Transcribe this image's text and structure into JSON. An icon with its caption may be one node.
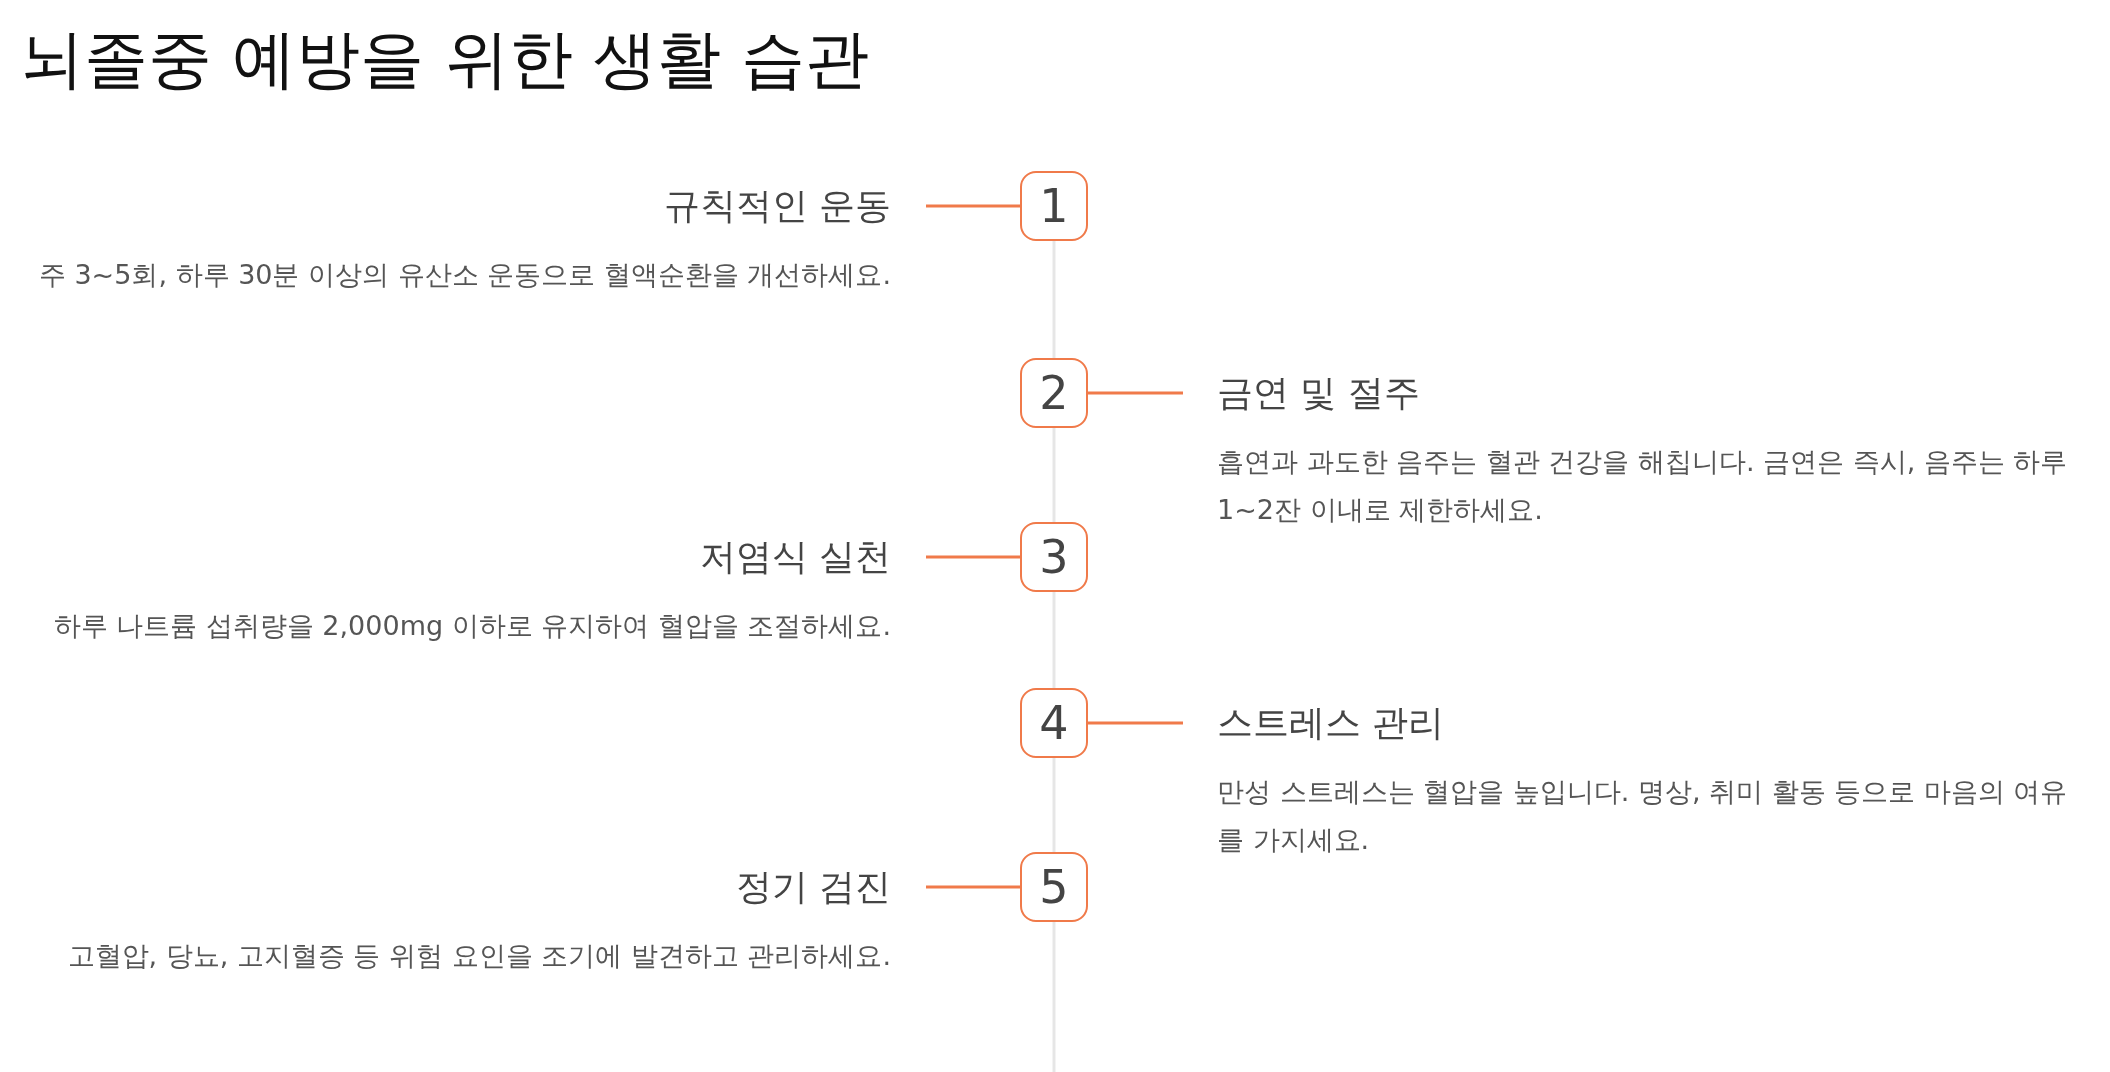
{
  "diagram": {
    "title": "뇌졸중 예방을 위한 생활 습관",
    "nodes": [
      {
        "text": [
          "규칙적인 운동",
          "주 3~5회, 하루 30분 이상의 유산소 운동으로 혈액순환을 개선하세요."
        ]
      },
      {
        "text": [
          "1"
        ]
      },
      {
        "text": [
          "2"
        ]
      },
      {
        "text": [
          "금연 및 절주",
          "흡연과 과도한 음주는 혈관 건강을 해칩니다. 금연은 즉시, 음주는 하루 1~2잔 이내로 제한하세요."
        ]
      },
      {
        "text": [
          "저염식 실천",
          "하루 나트륨 섭취량을 2,000mg 이하로 유지하여 혈압을 조절하세요."
        ]
      },
      {
        "text": [
          "3"
        ]
      },
      {
        "text": [
          "4"
        ]
      },
      {
        "text": [
          "스트레스 관리",
          "만성 스트레스는 혈압을 높입니다. 명상, 취미 활동 등으로 마음의 여유를 가지세요."
        ]
      },
      {
        "text": [
          "정기 검진",
          "고혈압, 당뇨, 고지혈증 등 위험 요인을 조기에 발견하고 관리하세요."
        ]
      },
      {
        "text": [
          "5"
        ]
      }
    ],
    "edges": [
      {
        "from": 1,
        "to": 0,
        "arrow": "none"
      },
      {
        "from": 2,
        "to": 3,
        "arrow": "none"
      },
      {
        "from": 5,
        "to": 4,
        "arrow": "none"
      },
      {
        "from": 6,
        "to": 7,
        "arrow": "none"
      },
      {
        "from": 9,
        "to": 8,
        "arrow": "none"
      },
      {
        "from": 1,
        "to": 2,
        "arrow": "none",
        "color": "#e6e6e6"
      },
      {
        "from": 2,
        "to": 5,
        "arrow": "none",
        "color": "#e6e6e6"
      },
      {
        "from": 5,
        "to": 6,
        "arrow": "none",
        "color": "#e6e6e6"
      },
      {
        "from": 6,
        "to": 9,
        "arrow": "none",
        "color": "#e6e6e6"
      },
      {
        "from": 9,
        "to": null,
        "arrow": "none",
        "color": "#e6e6e6"
      }
    ]
  }
}
